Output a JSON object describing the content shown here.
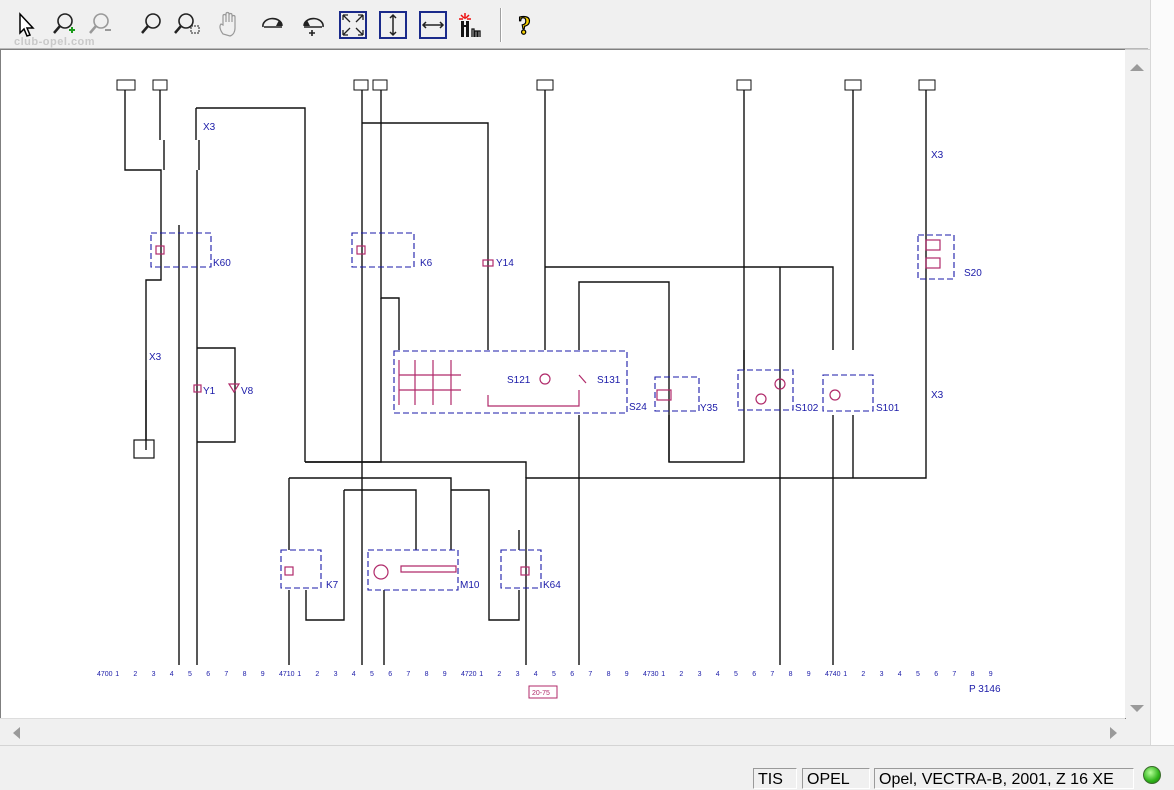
{
  "watermark": "club-opel.com",
  "toolbar": {
    "buttons": [
      {
        "icon": "pointer-icon"
      },
      {
        "icon": "zoom-in-icon"
      },
      {
        "icon": "zoom-out-icon"
      },
      {
        "icon": "zoom-magnifier-icon"
      },
      {
        "icon": "zoom-window-icon"
      },
      {
        "icon": "pan-hand-icon"
      },
      {
        "icon": "rotate-right-icon"
      },
      {
        "icon": "rotate-left-icon"
      },
      {
        "icon": "fit-all-icon"
      },
      {
        "icon": "fit-height-icon"
      },
      {
        "icon": "fit-width-icon"
      },
      {
        "icon": "highlight-icon"
      },
      {
        "icon": "help-icon"
      }
    ]
  },
  "diagram": {
    "components": [
      "K60",
      "K6",
      "Y14",
      "S121",
      "S131",
      "S24",
      "Y35",
      "S102",
      "S101",
      "S20",
      "X3",
      "X3",
      "X3",
      "X3",
      "Y1",
      "V8",
      "K7",
      "M10",
      "K64"
    ],
    "bottom_row": [
      "4700",
      "1",
      "2",
      "3",
      "4",
      "5",
      "6",
      "7",
      "8",
      "9",
      "4710",
      "1",
      "2",
      "3",
      "4",
      "5",
      "6",
      "7",
      "8",
      "9",
      "4720",
      "1",
      "2",
      "3",
      "4",
      "5",
      "6",
      "7",
      "8",
      "9",
      "4730",
      "1",
      "2",
      "3",
      "4",
      "5",
      "6",
      "7",
      "8",
      "9",
      "4740",
      "1",
      "2",
      "3",
      "4",
      "5",
      "6",
      "7",
      "8",
      "9"
    ],
    "page_label": "P 3146",
    "sheet_ref": "20-75"
  },
  "status": {
    "app": "TIS",
    "brand": "OPEL",
    "vehicle": "Opel, VECTRA-B, 2001, Z 16 XE"
  }
}
